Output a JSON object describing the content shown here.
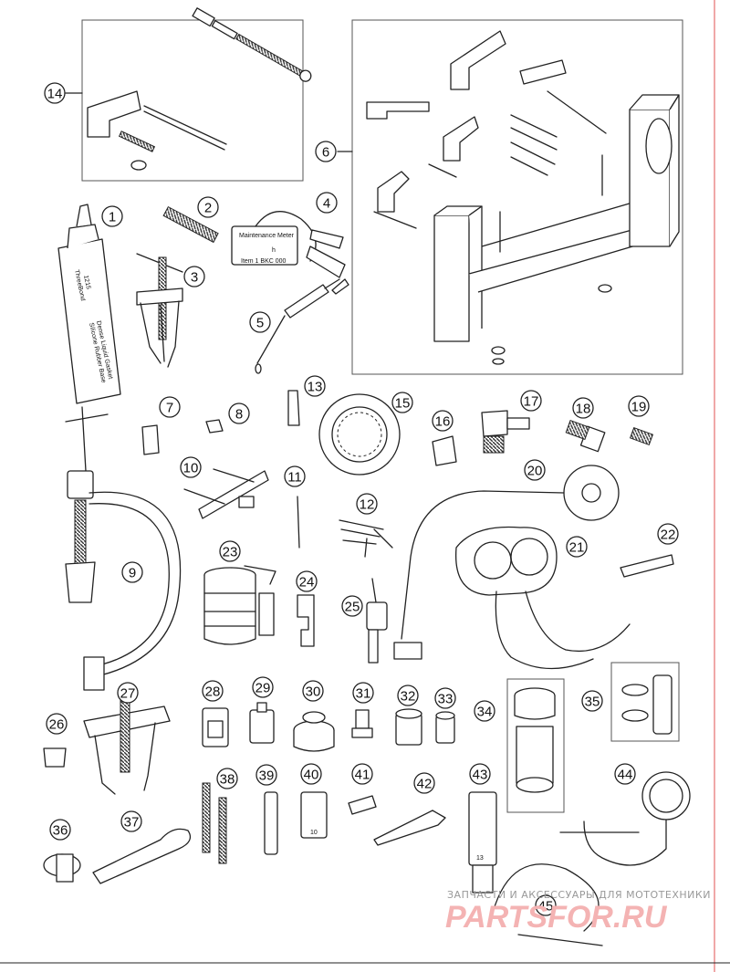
{
  "callouts": [
    {
      "n": "1"
    },
    {
      "n": "2"
    },
    {
      "n": "3"
    },
    {
      "n": "4"
    },
    {
      "n": "5"
    },
    {
      "n": "6"
    },
    {
      "n": "7"
    },
    {
      "n": "8"
    },
    {
      "n": "9"
    },
    {
      "n": "10"
    },
    {
      "n": "11"
    },
    {
      "n": "12"
    },
    {
      "n": "13"
    },
    {
      "n": "14"
    },
    {
      "n": "15"
    },
    {
      "n": "16"
    },
    {
      "n": "17"
    },
    {
      "n": "18"
    },
    {
      "n": "19"
    },
    {
      "n": "20"
    },
    {
      "n": "21"
    },
    {
      "n": "22"
    },
    {
      "n": "23"
    },
    {
      "n": "24"
    },
    {
      "n": "25"
    },
    {
      "n": "26"
    },
    {
      "n": "27"
    },
    {
      "n": "28"
    },
    {
      "n": "29"
    },
    {
      "n": "30"
    },
    {
      "n": "31"
    },
    {
      "n": "32"
    },
    {
      "n": "33"
    },
    {
      "n": "34"
    },
    {
      "n": "35"
    },
    {
      "n": "36"
    },
    {
      "n": "37"
    },
    {
      "n": "38"
    },
    {
      "n": "39"
    },
    {
      "n": "40"
    },
    {
      "n": "41"
    },
    {
      "n": "42"
    },
    {
      "n": "43"
    },
    {
      "n": "44"
    },
    {
      "n": "45"
    }
  ],
  "tube_label": {
    "brand": "ThreeBond",
    "code": "1215",
    "desc1": "Dense Liquid Gasket",
    "desc2": "Silicone Rubber Base"
  },
  "meter_label": {
    "title": "Maintenance Meter",
    "footer": "Item 1 BKC 000",
    "unit": "h"
  },
  "socket_40_label": "10",
  "socket_43_label": "13",
  "watermark": {
    "tagline": "ЗАПЧАСТИ И АКСЕССУАРЫ ДЛЯ МОТОТЕХНИКИ",
    "brand": "PARTSFOR.RU"
  },
  "colors": {
    "line": "#222222",
    "watermark_brand": "#f4b3b3",
    "watermark_tagline": "#999999",
    "edge_line": "#e05050"
  }
}
